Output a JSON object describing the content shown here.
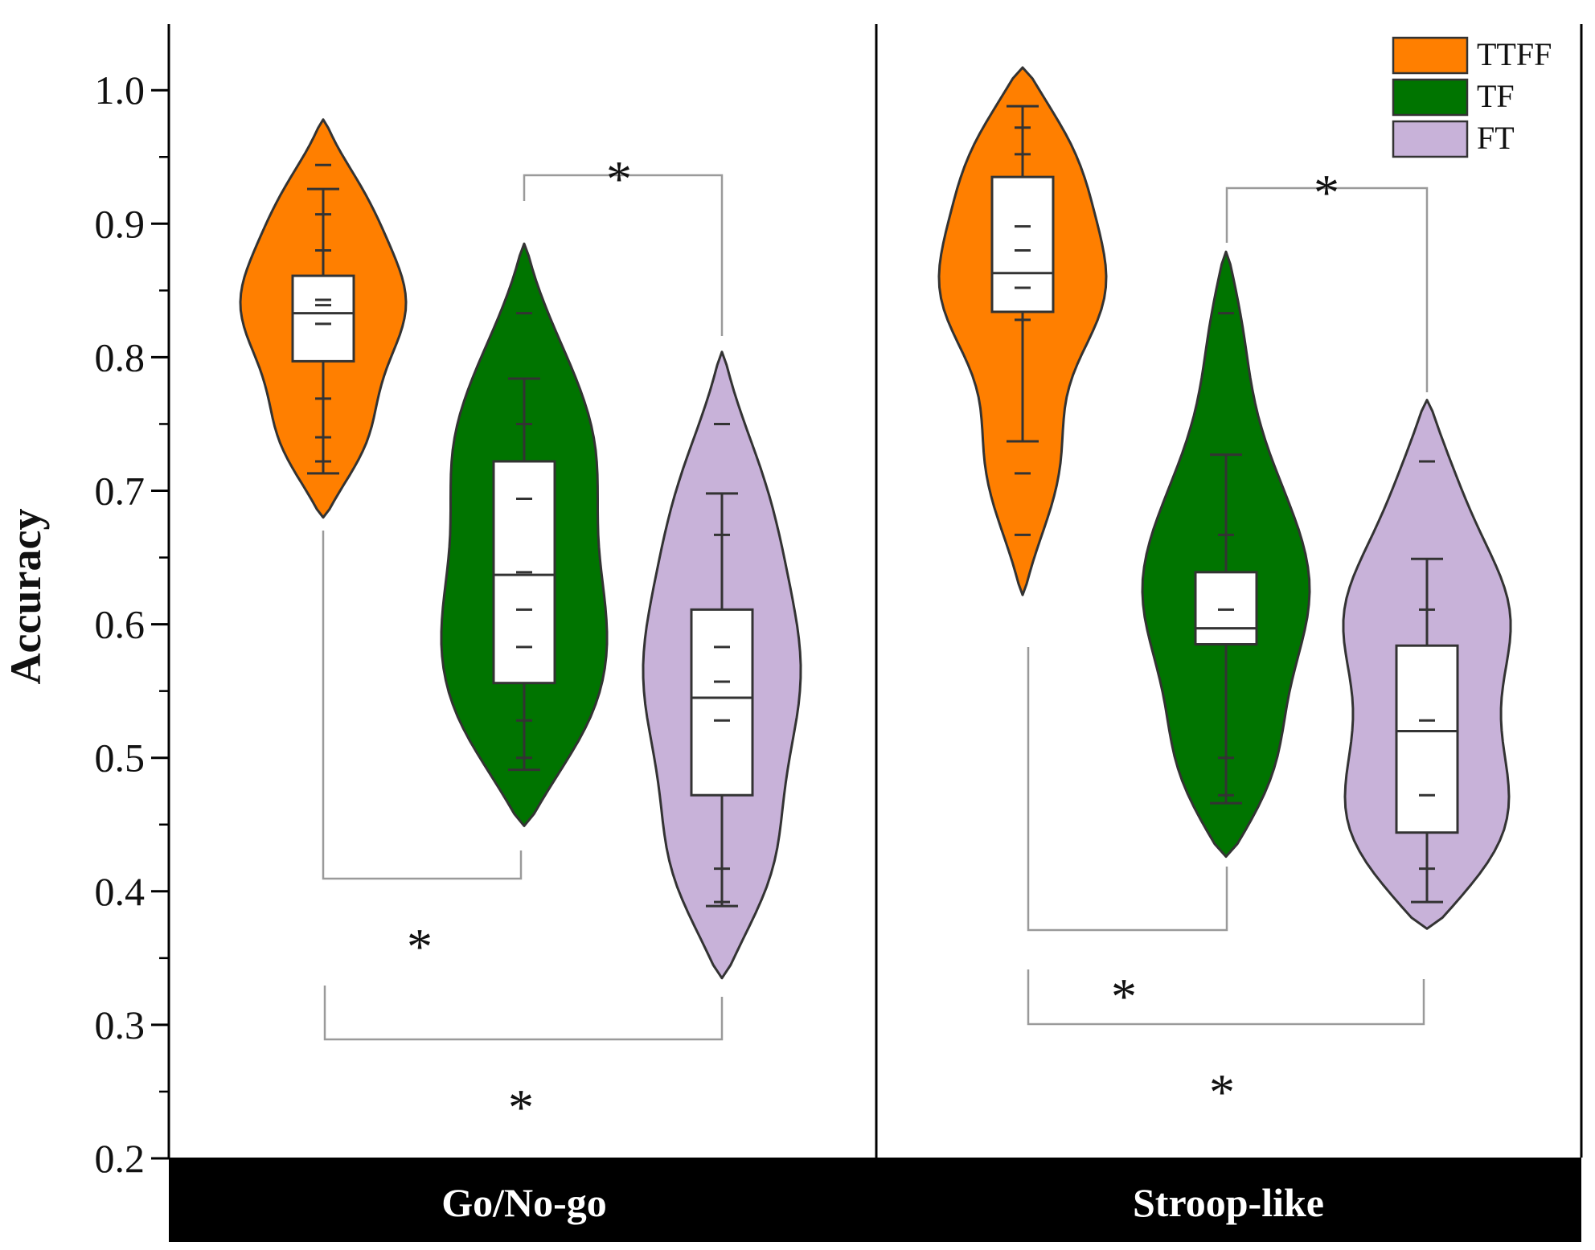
{
  "chart_data": {
    "type": "violin",
    "ylabel": "Accuracy",
    "ylim": [
      0.2,
      1.05
    ],
    "yticks": [
      "0.2",
      "0.3",
      "0.4",
      "0.5",
      "0.6",
      "0.7",
      "0.8",
      "0.9",
      "1.0"
    ],
    "legend": {
      "position": "top-right",
      "entries": [
        {
          "name": "TTFF",
          "color": "#ff7f00"
        },
        {
          "name": "TF",
          "color": "#007400"
        },
        {
          "name": "FT",
          "color": "#c8b2d9"
        }
      ]
    },
    "panels": [
      {
        "label": "Go/No-go",
        "violins": [
          {
            "series": "TTFF",
            "min": 0.713,
            "q1": 0.797,
            "median": 0.833,
            "q3": 0.861,
            "max": 0.926,
            "kde_min": 0.68,
            "kde_max": 0.978,
            "mean": 0.839,
            "points": [
              0.944,
              0.907,
              0.88,
              0.843,
              0.825,
              0.769,
              0.74,
              0.722
            ]
          },
          {
            "series": "TF",
            "min": 0.491,
            "q1": 0.556,
            "median": 0.637,
            "q3": 0.722,
            "max": 0.784,
            "kde_min": 0.449,
            "kde_max": 0.885,
            "mean": 0.639,
            "points": [
              0.833,
              0.75,
              0.694,
              0.611,
              0.583,
              0.528,
              0.5
            ]
          },
          {
            "series": "FT",
            "min": 0.389,
            "q1": 0.472,
            "median": 0.545,
            "q3": 0.611,
            "max": 0.698,
            "kde_min": 0.335,
            "kde_max": 0.804,
            "mean": 0.557,
            "points": [
              0.75,
              0.667,
              0.583,
              0.528,
              0.417,
              0.392
            ]
          }
        ],
        "significance": [
          {
            "pair": [
              "TF",
              "FT"
            ],
            "label": "*"
          },
          {
            "pair": [
              "TTFF",
              "TF"
            ],
            "label": "*"
          },
          {
            "pair": [
              "TTFF",
              "FT"
            ],
            "label": "*"
          }
        ]
      },
      {
        "label": "Stroop-like",
        "violins": [
          {
            "series": "TTFF",
            "min": 0.737,
            "q1": 0.834,
            "median": 0.863,
            "q3": 0.935,
            "max": 0.988,
            "kde_min": 0.622,
            "kde_max": 1.017,
            "mean": 0.88,
            "points": [
              0.972,
              0.952,
              0.898,
              0.852,
              0.828,
              0.713,
              0.667
            ]
          },
          {
            "series": "TF",
            "min": 0.466,
            "q1": 0.585,
            "median": 0.597,
            "q3": 0.639,
            "max": 0.727,
            "kde_min": 0.426,
            "kde_max": 0.879,
            "mean": 0.611,
            "points": [
              0.833,
              0.667,
              0.5,
              0.472
            ]
          },
          {
            "series": "FT",
            "min": 0.392,
            "q1": 0.444,
            "median": 0.52,
            "q3": 0.584,
            "max": 0.649,
            "kde_min": 0.372,
            "kde_max": 0.768,
            "mean": 0.528,
            "points": [
              0.722,
              0.611,
              0.472,
              0.417
            ]
          }
        ],
        "significance": [
          {
            "pair": [
              "TF",
              "FT"
            ],
            "label": "*"
          },
          {
            "pair": [
              "TTFF",
              "TF"
            ],
            "label": "*"
          },
          {
            "pair": [
              "TTFF",
              "FT"
            ],
            "label": "*"
          }
        ]
      }
    ]
  }
}
